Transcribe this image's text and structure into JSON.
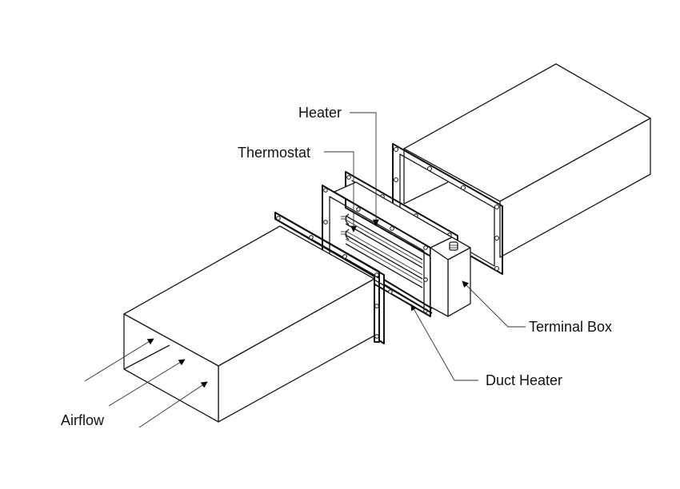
{
  "diagram": {
    "title": "Duct heater assembly (exploded isometric view)",
    "labels": {
      "heater": "Heater",
      "thermostat": "Thermostat",
      "terminal_box": "Terminal Box",
      "duct_heater": "Duct Heater",
      "airflow": "Airflow"
    },
    "components": [
      {
        "id": "inlet-duct",
        "name": "Inlet duct section with flange"
      },
      {
        "id": "gasket-front",
        "name": "Front flange gasket"
      },
      {
        "id": "duct-heater",
        "name": "Duct heater frame with heating elements"
      },
      {
        "id": "gasket-rear",
        "name": "Rear flange gasket"
      },
      {
        "id": "terminal-box",
        "name": "Terminal box with cable gland"
      },
      {
        "id": "outlet-duct",
        "name": "Outlet duct section with flange"
      }
    ],
    "airflow_arrows": 3,
    "colors": {
      "line": "#1a1a1a",
      "background": "#ffffff"
    }
  }
}
